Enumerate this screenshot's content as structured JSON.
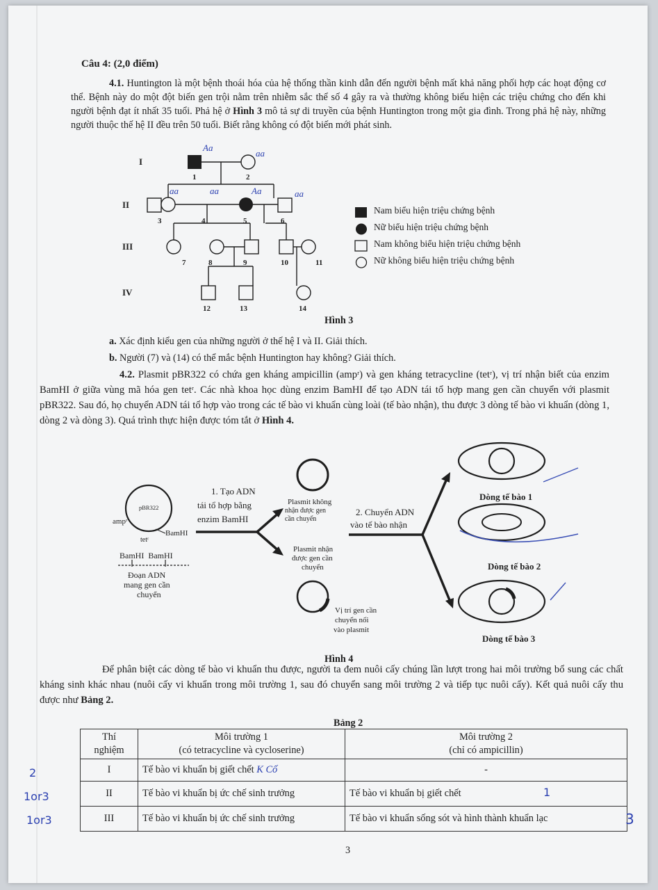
{
  "section_title": "Câu 4: (2,0 điểm)",
  "p41": {
    "label": "4.1.",
    "text": "Huntington là một bệnh thoái hóa của hệ thống thần kinh dẫn đến người bệnh mất khả năng phối hợp các hoạt động cơ thể. Bệnh này do một đột biến gen trội nằm trên nhiễm sắc thể số 4 gây ra và thường không biểu hiện các triệu chứng cho đến khi người bệnh đạt ít nhất 35 tuổi. Phả hệ ở",
    "fig_ref": "Hình 3",
    "text_end": "mô tả sự di truyền của bệnh Huntington trong một gia đình. Trong phả hệ này, những người thuộc thế hệ II đều trên 50 tuổi. Biết rằng không có đột biến mới phát sinh."
  },
  "pedigree": {
    "generations": [
      "I",
      "II",
      "III",
      "IV"
    ],
    "numbers": [
      "1",
      "2",
      "3",
      "4",
      "5",
      "6",
      "7",
      "8",
      "9",
      "10",
      "11",
      "12",
      "13",
      "14"
    ],
    "handwritten": [
      "Aa",
      "aa",
      "aa",
      "aa",
      "Aa",
      "aa"
    ]
  },
  "legend": [
    "Nam biểu hiện triệu chứng bệnh",
    "Nữ biểu hiện triệu chứng bệnh",
    "Nam không biểu hiện triệu chứng bệnh",
    "Nữ không biểu hiện triệu chứng bệnh"
  ],
  "fig3_caption": "Hình 3",
  "qa": {
    "label": "a.",
    "text": "Xác định kiểu gen của những người ở thế hệ I và II. Giải thích."
  },
  "qb": {
    "label": "b.",
    "text": "Người (7) và (14) có thể mắc bệnh Huntington hay không? Giải thích."
  },
  "p42": {
    "label": "4.2.",
    "text": "Plasmit pBR322 có chứa gen kháng ampicillin (ampʳ) và gen kháng tetracycline (tetʳ), vị trí nhận biết của enzim BamHI ở giữa vùng mã hóa gen tetʳ. Các nhà khoa học dùng enzim BamHI để tạo ADN tái tổ hợp mang gen cần chuyển với plasmit pBR322. Sau đó, họ chuyển ADN tái tổ hợp vào trong các tế bào vi khuẩn cùng loài (tế bào nhận), thu được 3 dòng tế bào vi khuẩn (dòng 1, dòng 2 và dòng 3). Quá trình thực hiện được tóm tắt ở",
    "fig_ref": "Hình 4."
  },
  "fig4": {
    "plasmid": "pBR322",
    "amp": "ampʳ",
    "tet": "tetʳ",
    "bamhi": "BamHI",
    "bamhi_pair": "BamHI  BamHI",
    "dna_segment": [
      "Đoạn ADN",
      "mang gen cần",
      "chuyển"
    ],
    "step1": [
      "1. Tạo ADN",
      "tái tổ hợp bằng",
      "enzim BamHI"
    ],
    "no_gene": [
      "Plasmit không",
      "nhận được gen",
      "cần chuyển"
    ],
    "with_gene": [
      "Plasmit nhận",
      "được gen cần",
      "chuyển"
    ],
    "gene_site": [
      "Vị trí gen cần",
      "chuyển nối",
      "vào plasmit"
    ],
    "step2": [
      "2. Chuyển ADN",
      "vào tế bào nhận"
    ],
    "line1": "Dòng tế bào 1",
    "line2": "Dòng tế bào 2",
    "line3": "Dòng tế bào 3"
  },
  "fig4_caption": "Hình 4",
  "p43": {
    "text": "Để phân biệt các dòng tế bào vi khuẩn thu được, người ta đem nuôi cấy chúng lần lượt trong hai môi trường bổ sung các chất kháng sinh khác nhau (nuôi cấy vi khuẩn trong môi trường 1, sau đó chuyển sang môi trường 2 và tiếp tục nuôi cấy). Kết quả nuôi cấy thu được như",
    "table_ref": "Bảng 2."
  },
  "table2": {
    "caption": "Bảng 2",
    "headers": [
      [
        "Thí",
        "nghiệm"
      ],
      [
        "Môi trường 1",
        "(có tetracycline và cycloserine)"
      ],
      [
        "Môi trường 2",
        "(chỉ có ampicillin)"
      ]
    ],
    "rows": [
      {
        "exp": "I",
        "env1": "Tế bào vi khuẩn bị giết chết",
        "env2": "-"
      },
      {
        "exp": "II",
        "env1": "Tế bào vi khuẩn bị ức chế sinh trưởng",
        "env2": "Tế bào vi khuẩn bị giết chết"
      },
      {
        "exp": "III",
        "env1": "Tế bào vi khuẩn bị ức chế sinh trưởng",
        "env2": "Tế bào vi khuẩn sống sót và hình thành khuẩn lạc"
      }
    ]
  },
  "handwriting": {
    "row1_note": "K Cố",
    "row1_left": "2",
    "row2_left": "1or3",
    "row3_left": "1or3",
    "row2_right": "1",
    "row3_right": "3"
  },
  "page_number": "3"
}
